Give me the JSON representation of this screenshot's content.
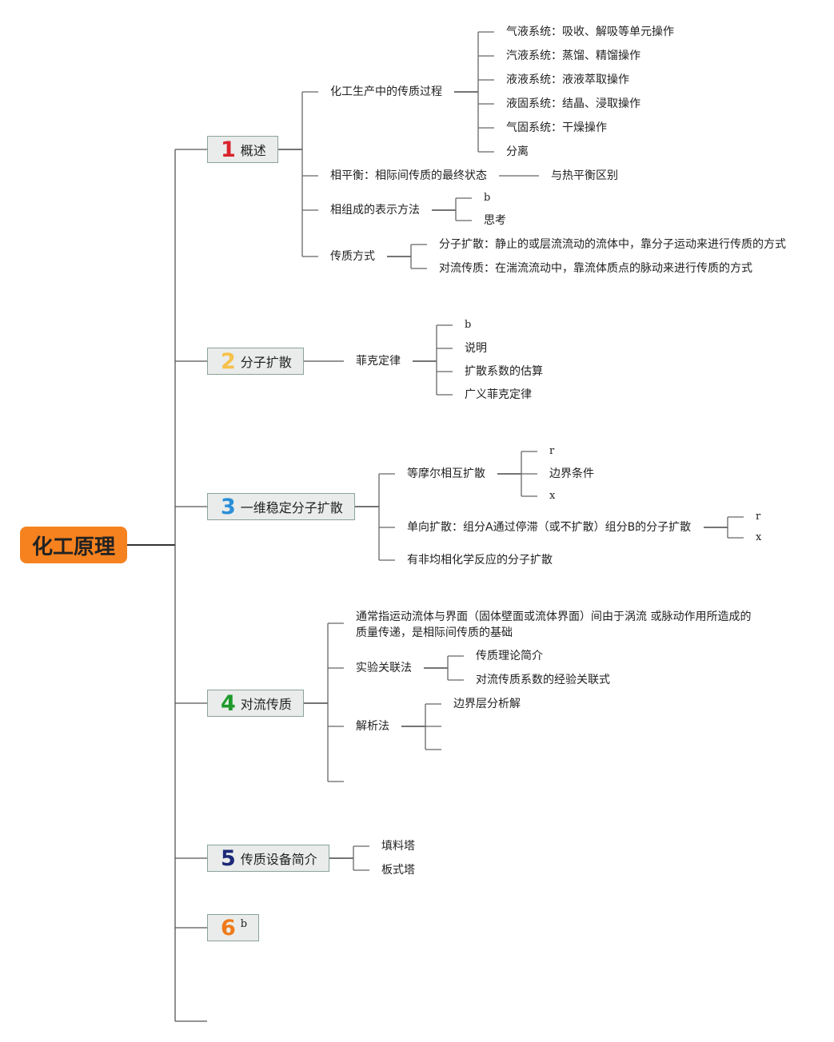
{
  "root": "化工原理",
  "topics": [
    {
      "num": "1",
      "label": "概述",
      "color": "#d9232d"
    },
    {
      "num": "2",
      "label": "分子扩散",
      "color": "#f6c14a"
    },
    {
      "num": "3",
      "label": "一维稳定分子扩散",
      "color": "#2a8fd8"
    },
    {
      "num": "4",
      "label": "对流传质",
      "color": "#1f9a2b"
    },
    {
      "num": "5",
      "label": "传质设备简介",
      "color": "#1c2a78"
    },
    {
      "num": "6",
      "label": "b",
      "color": "#f07a1a"
    }
  ],
  "t1": {
    "a": "化工生产中的传质过程",
    "a_children": [
      "气液系统：吸收、解吸等单元操作",
      "汽液系统：蒸馏、精馏操作",
      "液液系统：液液萃取操作",
      "液固系统：结晶、浸取操作",
      "气固系统：干燥操作",
      "分离"
    ],
    "b": "相平衡：相际间传质的最终状态",
    "b_child": "与热平衡区别",
    "c": "相组成的表示方法",
    "c_children": [
      "b",
      "思考"
    ],
    "d": "传质方式",
    "d_children": [
      "分子扩散：静止的或层流流动的流体中，靠分子运动来进行传质的方式",
      "对流传质：在湍流流动中，靠流体质点的脉动来进行传质的方式"
    ]
  },
  "t2": {
    "a": "菲克定律",
    "a_children": [
      "b",
      "说明",
      "扩散系数的估算",
      "广义菲克定律"
    ]
  },
  "t3": {
    "a": "等摩尔相互扩散",
    "a_children": [
      "r",
      "边界条件",
      "x"
    ],
    "b": "单向扩散：组分A通过停滞（或不扩散）组分B的分子扩散",
    "b_children": [
      "r",
      "x"
    ],
    "c": "有非均相化学反应的分子扩散"
  },
  "t4": {
    "a": "通常指运动流体与界面（固体壁面或流体界面）间由于涡流 或脉动作用所造成的质量传递，是相际间传质的基础",
    "b": "实验关联法",
    "b_children": [
      "传质理论简介",
      "对流传质系数的经验关联式"
    ],
    "c": "解析法",
    "c_children": [
      "边界层分析解"
    ]
  },
  "t5": {
    "children": [
      "填料塔",
      "板式塔"
    ]
  }
}
